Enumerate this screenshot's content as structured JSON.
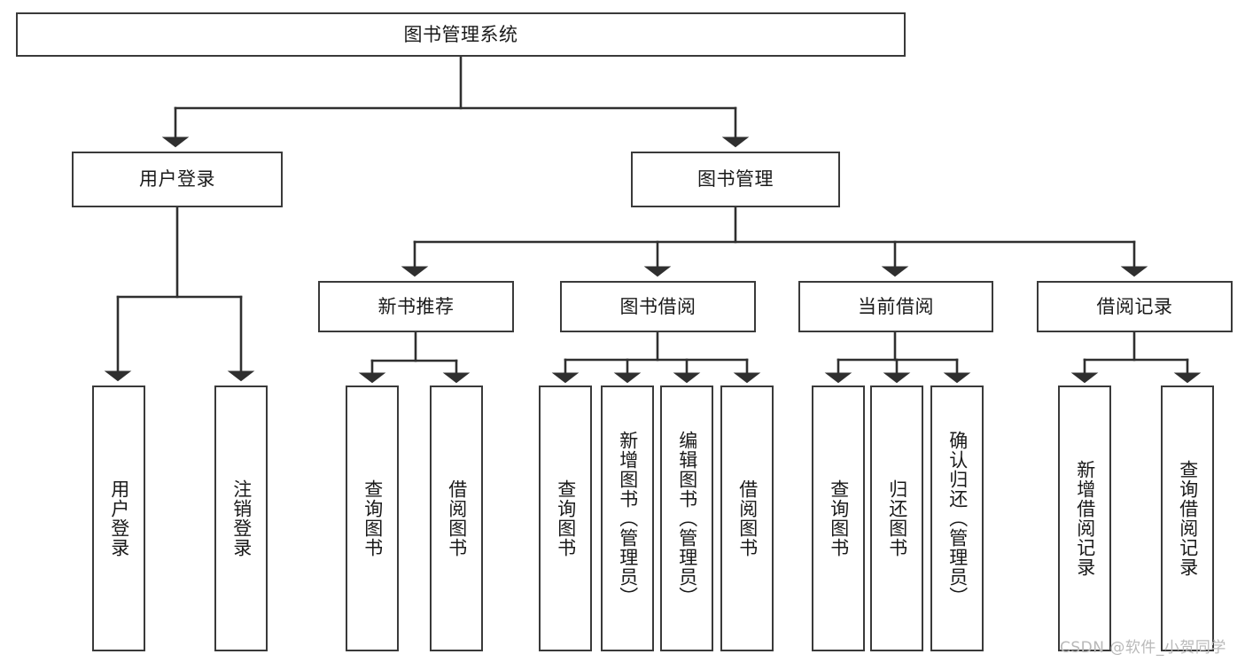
{
  "diagram": {
    "title": "图书管理系统",
    "type": "tree",
    "stroke_color": "#3a3a3a",
    "text_color": "#1a1a1a",
    "background": "#ffffff"
  },
  "nodes": {
    "root": {
      "label": "图书管理系统"
    },
    "level2": [
      {
        "label": "用户登录"
      },
      {
        "label": "图书管理"
      }
    ],
    "level3": [
      {
        "label": "新书推荐"
      },
      {
        "label": "图书借阅"
      },
      {
        "label": "当前借阅"
      },
      {
        "label": "借阅记录"
      }
    ],
    "leaves_user_login": [
      {
        "label": "用户登录"
      },
      {
        "label": "注销登录"
      }
    ],
    "leaves_new_book": [
      {
        "label": "查询图书"
      },
      {
        "label": "借阅图书"
      }
    ],
    "leaves_borrow": [
      {
        "label": "查询图书"
      },
      {
        "label": "新增图书（管理员）"
      },
      {
        "label": "编辑图书（管理员）"
      },
      {
        "label": "借阅图书"
      }
    ],
    "leaves_current": [
      {
        "label": "查询图书"
      },
      {
        "label": "归还图书"
      },
      {
        "label": "确认归还（管理员）"
      }
    ],
    "leaves_record": [
      {
        "label": "新增借阅记录"
      },
      {
        "label": "查询借阅记录"
      }
    ]
  },
  "watermark": {
    "text": "CSDN @软件_小贺同学"
  }
}
